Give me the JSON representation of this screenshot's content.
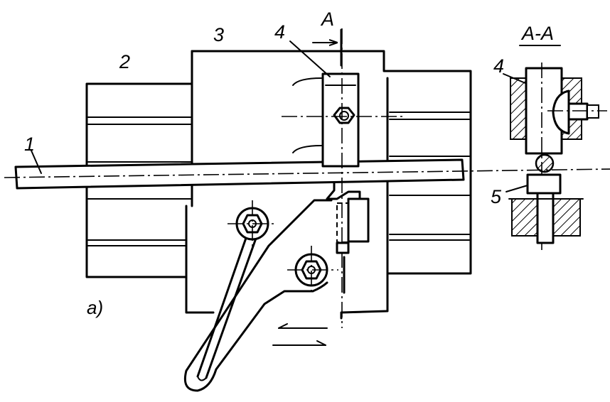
{
  "labels": {
    "part1": "1",
    "part2": "2",
    "part3": "3",
    "part4": "4",
    "part4_section": "4",
    "part5": "5",
    "section_marker": "A",
    "section_title": "A-A",
    "figure_label": "а)"
  }
}
